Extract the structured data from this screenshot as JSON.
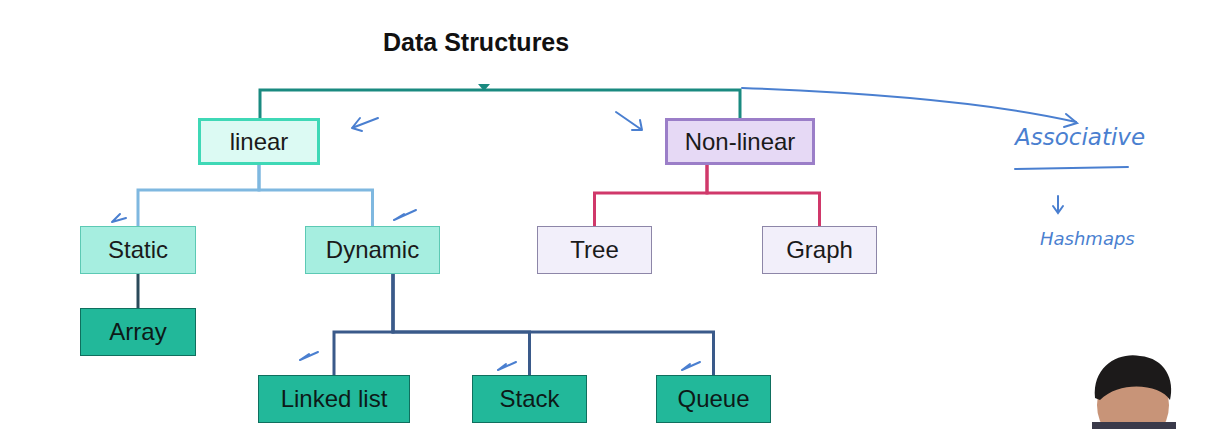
{
  "diagram": {
    "title": "Data Structures",
    "nodes": [
      {
        "text": [
          "linear"
        ]
      },
      {
        "text": [
          "Non-linear"
        ]
      },
      {
        "text": [
          "Static"
        ]
      },
      {
        "text": [
          "Dynamic"
        ]
      },
      {
        "text": [
          "Tree"
        ]
      },
      {
        "text": [
          "Graph"
        ]
      },
      {
        "text": [
          "Array"
        ]
      },
      {
        "text": [
          "Linked list"
        ]
      },
      {
        "text": [
          "Stack"
        ]
      },
      {
        "text": [
          "Queue"
        ]
      }
    ],
    "edges": [
      {
        "from": 0,
        "to": 2,
        "arrow": "none"
      },
      {
        "from": 0,
        "to": 3,
        "arrow": "none"
      },
      {
        "from": 1,
        "to": 4,
        "arrow": "none"
      },
      {
        "from": 1,
        "to": 5,
        "arrow": "none"
      },
      {
        "from": 2,
        "to": 6,
        "arrow": "none"
      },
      {
        "from": 3,
        "to": 7,
        "arrow": "none"
      },
      {
        "from": 3,
        "to": 8,
        "arrow": "none"
      },
      {
        "from": 3,
        "to": 9,
        "arrow": "none"
      }
    ],
    "labels": [
      "Associative",
      "Hashmaps"
    ]
  }
}
